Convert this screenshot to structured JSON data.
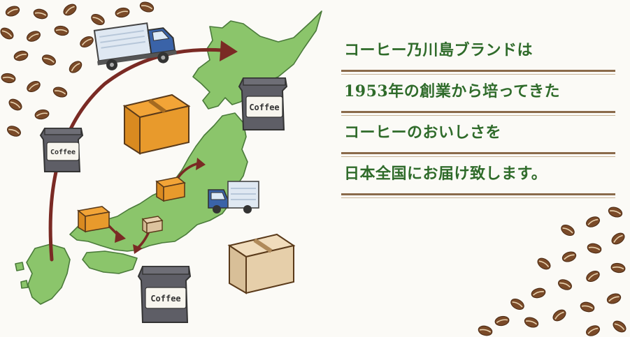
{
  "message": {
    "lines": [
      "コーヒー乃川島ブランドは",
      "1953年の創業から培ってきた",
      "コーヒーのおいしさを",
      "日本全国にお届け致します。"
    ]
  },
  "bag_labels": [
    "Coffee",
    "Coffee",
    "Coffee"
  ],
  "colors": {
    "accent_text": "#2f6b2a",
    "map_green": "#8bc56b",
    "arrow": "#7a2a24",
    "rule": "#8a6a4a"
  },
  "icons": [
    "coffee-bean-icon",
    "truck-icon",
    "cardboard-box-icon",
    "coffee-bag-icon",
    "japan-map"
  ]
}
